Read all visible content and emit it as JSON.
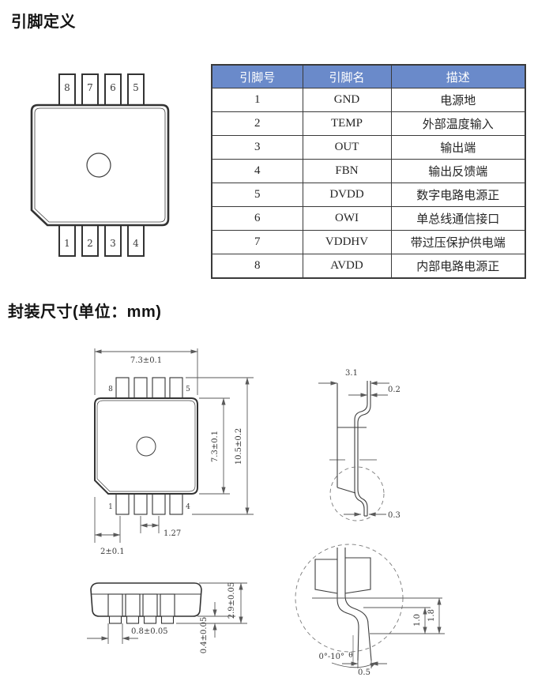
{
  "page": {
    "section1_title": "引脚定义",
    "section2_title": "封装尺寸(单位：mm)"
  },
  "pin_diagram": {
    "top_pins": [
      "8",
      "7",
      "6",
      "5"
    ],
    "bottom_pins": [
      "1",
      "2",
      "3",
      "4"
    ]
  },
  "pin_table": {
    "header_bg": "#6a8aca",
    "header_fg": "#ffffff",
    "border_color": "#3a3a3a",
    "headers": [
      "引脚号",
      "引脚名",
      "描述"
    ],
    "rows": [
      {
        "no": "1",
        "name": "GND",
        "desc": "电源地"
      },
      {
        "no": "2",
        "name": "TEMP",
        "desc": "外部温度输入"
      },
      {
        "no": "3",
        "name": "OUT",
        "desc": "输出端"
      },
      {
        "no": "4",
        "name": "FBN",
        "desc": "输出反馈端"
      },
      {
        "no": "5",
        "name": "DVDD",
        "desc": "数字电路电源正"
      },
      {
        "no": "6",
        "name": "OWI",
        "desc": "单总线通信接口"
      },
      {
        "no": "7",
        "name": "VDDHV",
        "desc": "带过压保护供电端"
      },
      {
        "no": "8",
        "name": "AVDD",
        "desc": "内部电路电源正"
      }
    ]
  },
  "package_top_view": {
    "width_dim": "7.3±0.1",
    "body_height_dim": "7.3±0.1",
    "overall_height_dim": "10.5±0.2",
    "pitch_dim": "1.27",
    "edge_to_pin_dim": "2±0.1",
    "pin8": "8",
    "pin5": "5",
    "pin1": "1",
    "pin4": "4"
  },
  "package_side_view": {
    "thickness_dim": "3.1",
    "lead_thickness_dim": "0.2",
    "lead_tip_dim": "0.3"
  },
  "package_front_view": {
    "lead_width_dim": "0.8±0.05",
    "body_height_dim": "2.9±0.05",
    "standoff_dim": "0.4±0.05"
  },
  "lead_detail_view": {
    "shoulder_dim": "1.0",
    "lead_length_dim": "1.8",
    "angle_dim": "0°-10°",
    "angle_symbol": "θ",
    "foot_dim": "0.5"
  }
}
